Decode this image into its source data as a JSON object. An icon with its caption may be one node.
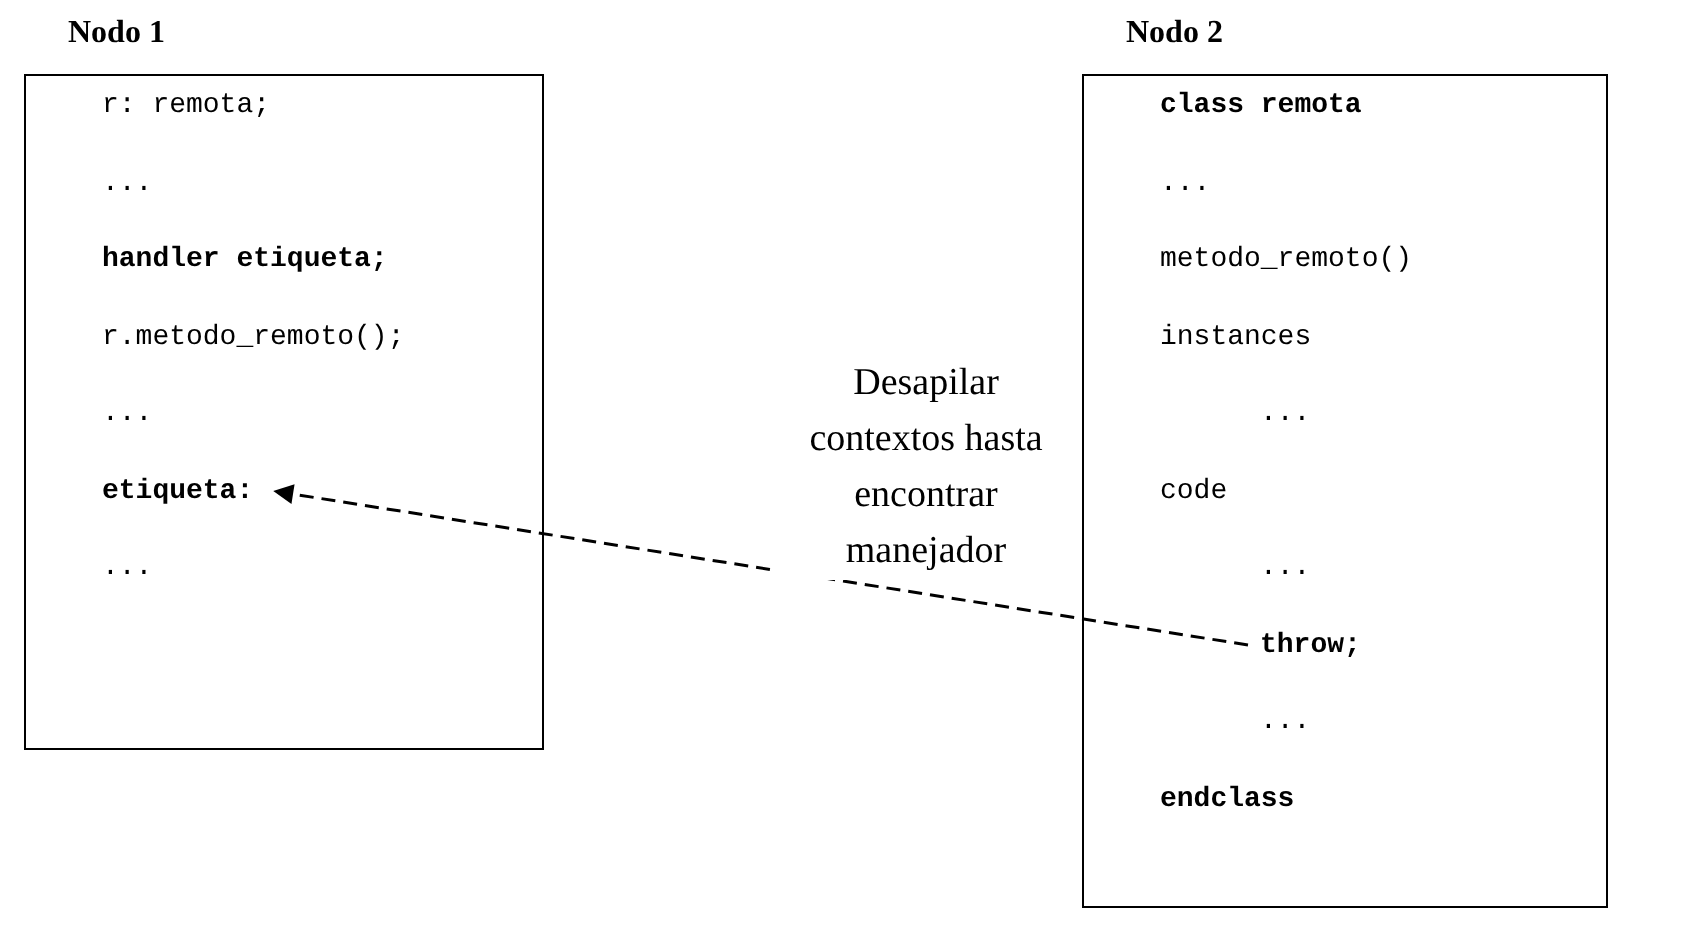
{
  "diagram": {
    "nodes": [
      {
        "text": [
          "Nodo 1"
        ]
      },
      {
        "text": [
          "r: remota;"
        ],
        "in": 0
      },
      {
        "text": [
          "..."
        ],
        "in": 0
      },
      {
        "text": [
          "handler etiqueta;"
        ],
        "in": 0
      },
      {
        "text": [
          "r.metodo_remoto();"
        ],
        "in": 0
      },
      {
        "text": [
          "..."
        ],
        "in": 0
      },
      {
        "text": [
          "etiqueta:"
        ],
        "in": 0
      },
      {
        "text": [
          "..."
        ],
        "in": 0
      },
      {
        "text": [
          "Nodo 2"
        ]
      },
      {
        "text": [
          "class remota"
        ],
        "in": 8
      },
      {
        "text": [
          "..."
        ],
        "in": 8
      },
      {
        "text": [
          "metodo_remoto()"
        ],
        "in": 8
      },
      {
        "text": [
          "instances"
        ],
        "in": 8
      },
      {
        "text": [
          "..."
        ],
        "in": 8
      },
      {
        "text": [
          "code"
        ],
        "in": 8
      },
      {
        "text": [
          "..."
        ],
        "in": 8
      },
      {
        "text": [
          "throw;"
        ],
        "in": 8
      },
      {
        "text": [
          "..."
        ],
        "in": 8
      },
      {
        "text": [
          "endclass"
        ],
        "in": 8
      }
    ],
    "edges": [
      {
        "from": 16,
        "to": 6,
        "arrow": "to",
        "style": "dashed",
        "label": "Desapilar contextos hasta encontrar manejador"
      }
    ]
  }
}
